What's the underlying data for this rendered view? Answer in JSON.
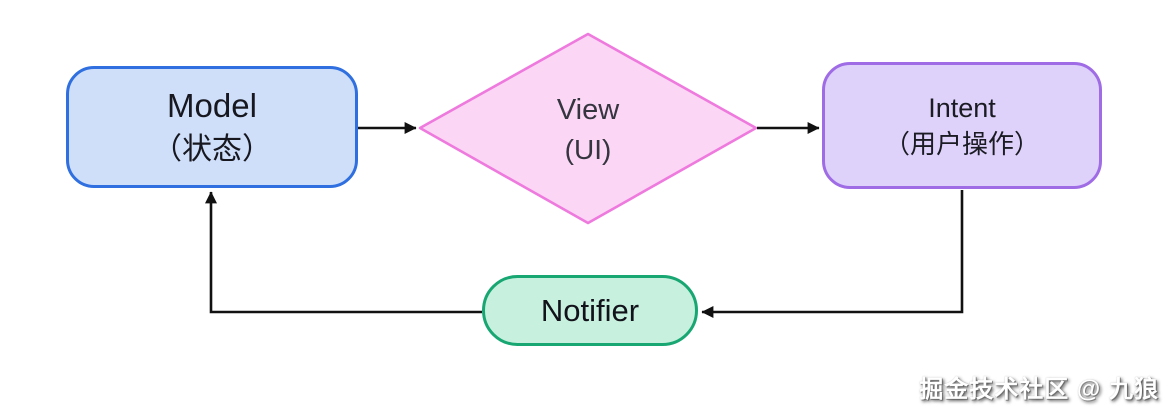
{
  "diagram": {
    "type": "flowchart",
    "background": "#ffffff",
    "arrow_color": "#111111",
    "nodes": {
      "model": {
        "title": "Model",
        "subtitle": "（状态）",
        "shape": "rounded-rectangle",
        "fill": "#cfdffa",
        "border": "#2f6fe0"
      },
      "view": {
        "title": "View",
        "subtitle": "(UI)",
        "shape": "diamond",
        "fill": "#fbd6f5",
        "border": "#ee7ade"
      },
      "intent": {
        "title": "Intent",
        "subtitle": "（用户操作）",
        "shape": "rounded-rectangle",
        "fill": "#ded2fa",
        "border": "#9f6ce6"
      },
      "notifier": {
        "title": "Notifier",
        "shape": "pill",
        "fill": "#c8f0df",
        "border": "#18a673"
      }
    },
    "edges": [
      {
        "from": "model",
        "to": "view",
        "style": "arrow"
      },
      {
        "from": "view",
        "to": "intent",
        "style": "arrow"
      },
      {
        "from": "intent",
        "to": "notifier",
        "style": "arrow-elbow"
      },
      {
        "from": "notifier",
        "to": "model",
        "style": "arrow-elbow"
      }
    ],
    "watermark": "掘金技术社区 @ 九狼"
  }
}
